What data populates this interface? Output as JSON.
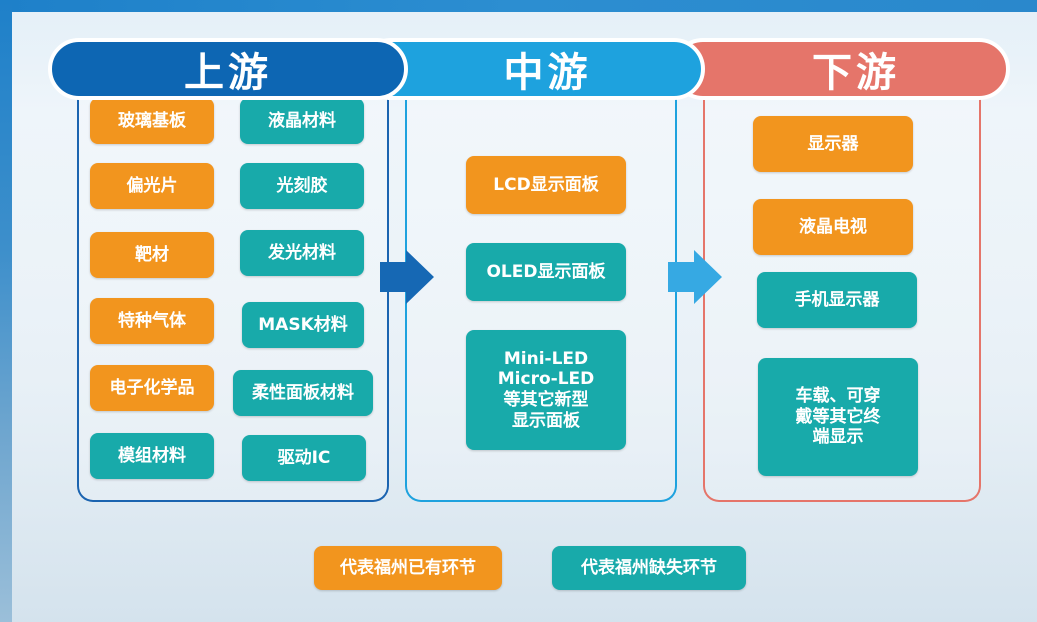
{
  "stages": {
    "upstream": "上游",
    "midstream": "中游",
    "downstream": "下游"
  },
  "upstream_items": {
    "glass_substrate": "玻璃基板",
    "lc_material": "液晶材料",
    "polarizer": "偏光片",
    "photoresist": "光刻胶",
    "target": "靶材",
    "luminescent": "发光材料",
    "special_gas": "特种气体",
    "mask_material": "MASK材料",
    "electronic_chem": "电子化学品",
    "flexible_panel": "柔性面板材料",
    "module_material": "模组材料",
    "driver_ic": "驱动IC"
  },
  "midstream_items": {
    "lcd": "LCD显示面板",
    "oled": "OLED显示面板",
    "new_type_line1": "Mini-LED",
    "new_type_line2": "Micro-LED",
    "new_type_line3": "等其它新型",
    "new_type_line4": "显示面板"
  },
  "downstream_items": {
    "monitor": "显示器",
    "lcd_tv": "液晶电视",
    "phone_display": "手机显示器",
    "wearable_line1": "车载、可穿",
    "wearable_line2": "戴等其它终",
    "wearable_line3": "端显示"
  },
  "legend": {
    "existing": "代表福州已有环节",
    "missing": "代表福州缺失环节"
  },
  "colors": {
    "upstream": "#0d66b3",
    "midstream": "#1ea2de",
    "downstream": "#e5756a",
    "existing": "#f2951e",
    "missing": "#18aaaa"
  }
}
